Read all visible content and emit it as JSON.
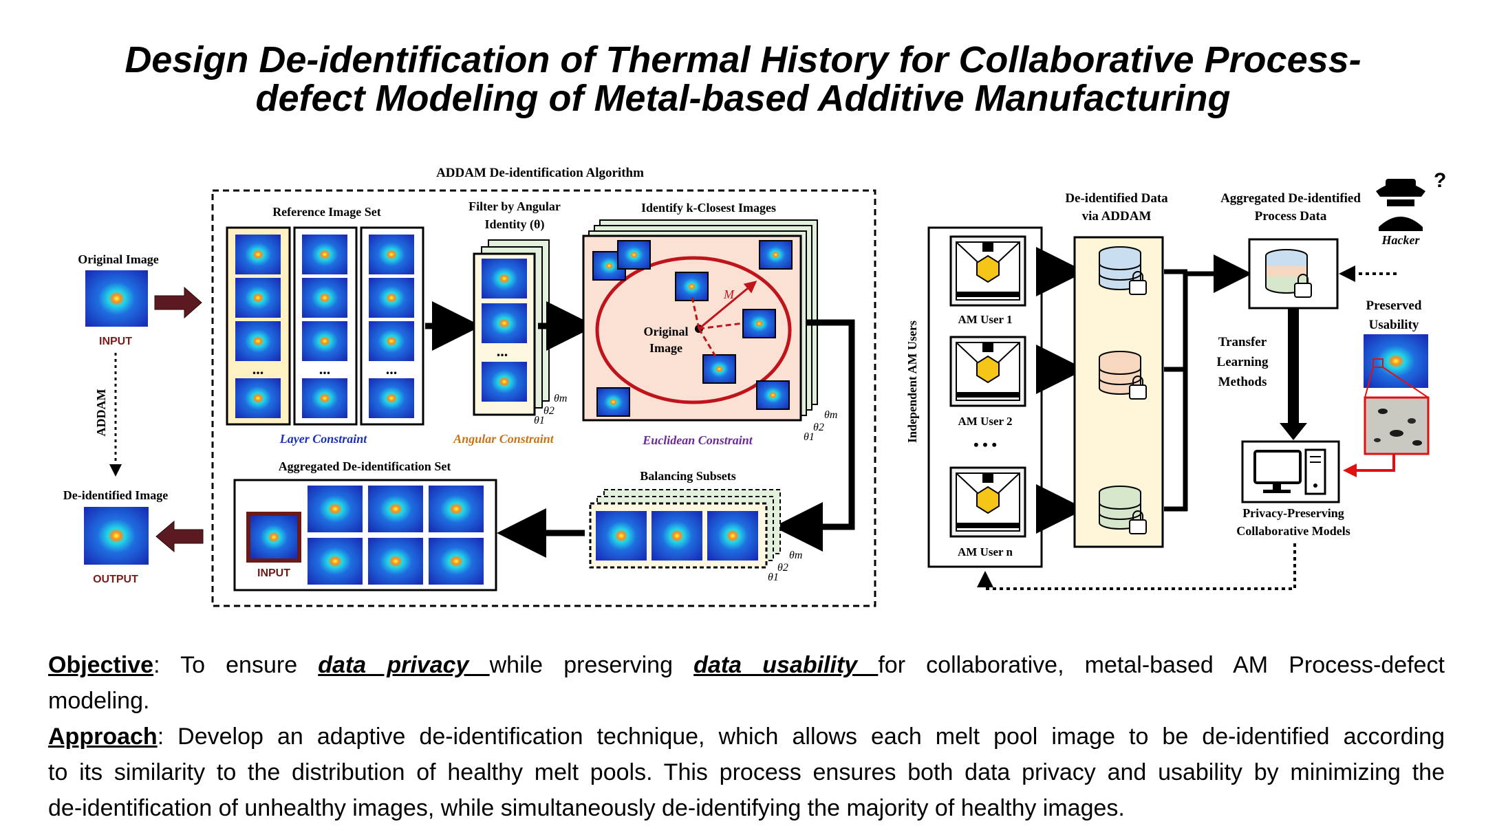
{
  "title": {
    "line1": "Design De-identification of Thermal History for Collaborative Process-",
    "line2": "defect Modeling of Metal-based Additive Manufacturing"
  },
  "left_panel": {
    "original_image_label": "Original Image",
    "input_tag": "INPUT",
    "addam_arrow_label": "ADDAM",
    "deidentified_image_label": "De-identified Image",
    "output_tag": "OUTPUT"
  },
  "algorithm": {
    "box_title": "ADDAM De-identification Algorithm",
    "reference_set_label": "Reference Image Set",
    "filter_label_line1": "Filter by Angular",
    "filter_label_line2": "Identity (θ)",
    "kclosest_label": "Identify k-Closest Images",
    "layer_constraint": "Layer Constraint",
    "angular_constraint": "Angular Constraint",
    "euclidean_constraint": "Euclidean Constraint",
    "original_image_line1": "Original",
    "original_image_line2": "Image",
    "radius_label": "M",
    "ellipsis": "...",
    "theta_m": "θm",
    "theta_2": "θ2",
    "theta_1": "θ1",
    "aggregated_set_label": "Aggregated De-identification Set",
    "aggregated_input_tag": "INPUT",
    "balancing_label": "Balancing Subsets"
  },
  "right_panel": {
    "vertical_label": "Independent AM Users",
    "users": [
      "AM User 1",
      "AM User 2",
      "AM User n"
    ],
    "users_ellipsis": "• • •",
    "deid_data_line1": "De-identified Data",
    "deid_data_line2": "via ADDAM",
    "aggregated_line1": "Aggregated De-identified",
    "aggregated_line2": "Process Data",
    "hacker_label": "Hacker",
    "preserved_line1": "Preserved",
    "preserved_line2": "Usability",
    "transfer_line1": "Transfer",
    "transfer_line2": "Learning",
    "transfer_line3": "Methods",
    "models_line1": "Privacy-Preserving",
    "models_line2": "Collaborative Models"
  },
  "colors": {
    "arrow_dark_red": "#5a1a1f",
    "layer_constraint": "#1a2fb8",
    "angular_constraint": "#c8731a",
    "euclidean_constraint": "#6a2a9a",
    "euclid_bg": "#fbe1d4",
    "circle_red": "#c0141c",
    "layer_bg": "#fff1c2",
    "stack_green": "#e3f0dc",
    "db_blue": "#c9dff0",
    "db_orange": "#f8d7bf",
    "db_green": "#d7e7cc",
    "user_db_bg": "#fff5d9"
  },
  "objective": {
    "heading": "Objective",
    "t1": ": To ensure ",
    "e1": "data privacy ",
    "t2": "while preserving ",
    "e2": "data usability ",
    "t3": "for collaborative, metal-based AM Process-defect",
    "line2": "modeling."
  },
  "approach": {
    "heading": "Approach",
    "line1": ": Develop an adaptive de-identification technique, which allows each melt pool image to be de-identified according",
    "line2": "to its similarity to the distribution of healthy melt pools. This process ensures both data privacy and usability by minimizing the",
    "line3": "de-identification of unhealthy images, while simultaneously de-identifying the majority of healthy images."
  }
}
